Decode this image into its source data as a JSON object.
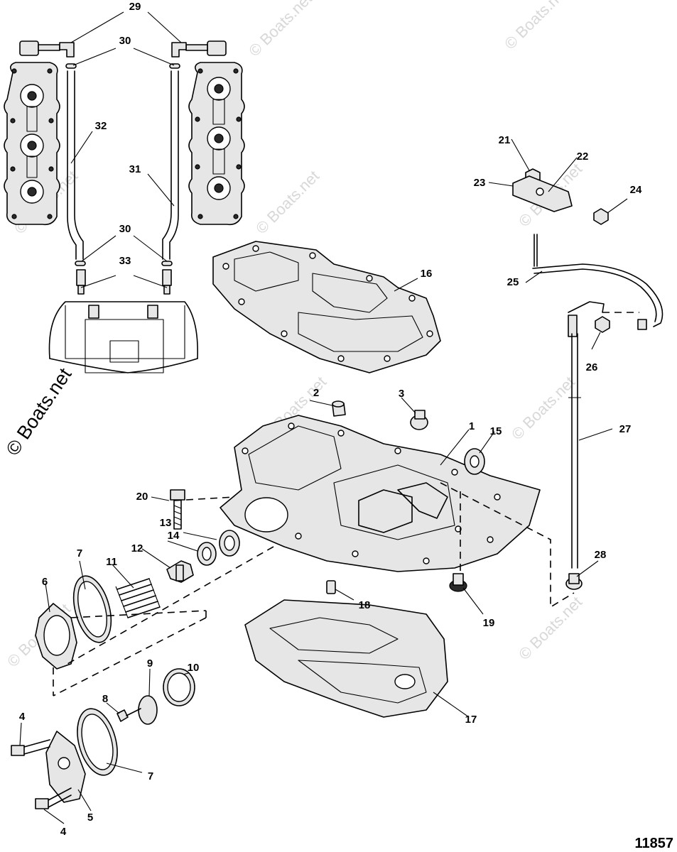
{
  "diagram": {
    "drawing_number": "11857",
    "watermark_text": "© Boats.net",
    "callouts": {
      "c1": "1",
      "c2": "2",
      "c3": "3",
      "c4a": "4",
      "c4b": "4",
      "c5": "5",
      "c6": "6",
      "c7a": "7",
      "c7b": "7",
      "c8": "8",
      "c9": "9",
      "c10": "10",
      "c11": "11",
      "c12": "12",
      "c13": "13",
      "c14": "14",
      "c15": "15",
      "c16": "16",
      "c17": "17",
      "c18": "18",
      "c19": "19",
      "c20": "20",
      "c21": "21",
      "c22": "22",
      "c23": "23",
      "c24": "24",
      "c25": "25",
      "c26": "26",
      "c27": "27",
      "c28": "28",
      "c29": "29",
      "c30a": "30",
      "c30b": "30",
      "c31": "31",
      "c32": "32",
      "c33": "33"
    }
  }
}
